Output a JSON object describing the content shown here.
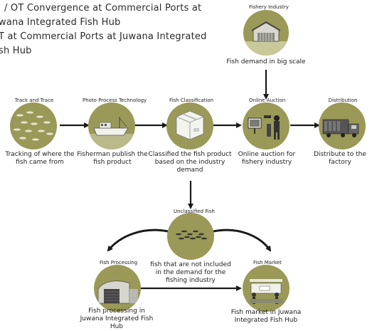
{
  "heading": {
    "line1": "/ OT Convergence at Commercial Ports at",
    "line2": "wana Integrated Fish Hub",
    "line3": "T at Commercial Ports at Juwana Integrated",
    "line4": "sh Hub"
  },
  "nodes": {
    "fishery_industry": {
      "label": "Fishery Industry",
      "caption": "Fish demand in big scale",
      "icon": "factory-icon"
    },
    "track_trace": {
      "label": "Track and Trace",
      "caption": "Tracking of where the fish came from",
      "icon": "fish-school-icon"
    },
    "photo_process": {
      "label": "Photo Process Technology",
      "caption": "Fisherman publish the fish product",
      "icon": "fishing-ship-icon"
    },
    "fish_classification": {
      "label": "Fish Classification",
      "caption": "Classified the fish product based on the industry demand",
      "icon": "package-box-icon"
    },
    "online_auction": {
      "label": "Online Auction",
      "caption": "Online auction for fishery industry",
      "icon": "auction-screen-icon"
    },
    "distribution": {
      "label": "Distribution",
      "caption": "Distribute to the factory",
      "icon": "truck-icon"
    },
    "unclassified_fish": {
      "label": "Unclassified Fish",
      "caption": "fish that are not included in the demand for the fishing industry",
      "icon": "fish-school-icon"
    },
    "fish_processing": {
      "label": "Fish Processing",
      "caption": "Fish processing in Juwana Integrated Fish Hub",
      "icon": "warehouse-icon"
    },
    "fish_market": {
      "label": "Fish Market",
      "caption": "Fish market in Juwana Integrated Fish Hub",
      "icon": "market-stall-icon"
    }
  },
  "colors": {
    "node_fill": "#9a9958",
    "arrow": "#1a1a1a"
  }
}
